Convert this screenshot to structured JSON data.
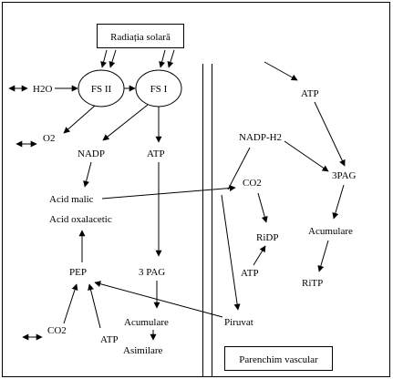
{
  "title_box": "Radiația solară",
  "vascular_box": "Parenchim vascular",
  "nodes": {
    "fs2": "FS II",
    "fs1": "FS I",
    "h2o": "H2O",
    "o2": "O2",
    "nadp": "NADP",
    "atp_left": "ATP",
    "acid_malic": "Acid malic",
    "acid_oxalacetic": "Acid oxalacetic",
    "pep": "PEP",
    "co2_bottom": "CO2",
    "atp_bottom": "ATP",
    "pag_left": "3 PAG",
    "acumulare_left": "Acumulare",
    "asimilare": "Asimilare",
    "piruvat": "Piruvat",
    "nadph2": "NADP-H2",
    "co2_right": "CO2",
    "ridp": "RiDP",
    "atp_middle": "ATP",
    "atp_top": "ATP",
    "pag_right": "3PAG",
    "acumulare_right": "Acumulare",
    "ritp": "RiTP"
  }
}
